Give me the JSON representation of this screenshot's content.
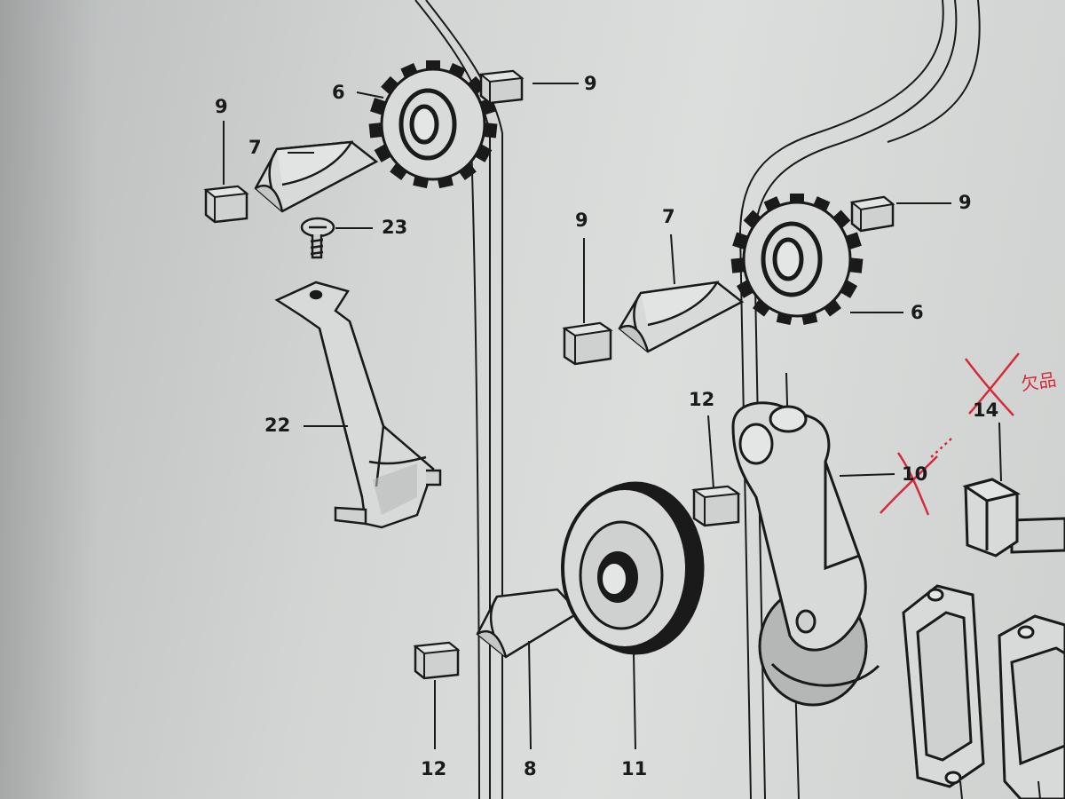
{
  "callouts": {
    "n9_top": "9",
    "n6_top": "6",
    "n9_left": "9",
    "n7_left": "7",
    "n23": "23",
    "n9_right": "9",
    "n9_mid": "9",
    "n7_mid": "7",
    "n6_right": "6",
    "n22": "22",
    "n12_mid": "12",
    "n10": "10",
    "n14": "14",
    "n12_bottom": "12",
    "n8": "8",
    "n11": "11"
  },
  "handwritten": {
    "note": "欠品"
  },
  "colors": {
    "paper": "#d3d5d4",
    "ink": "#1a1a1a",
    "annotation_red": "#d42a3a"
  }
}
